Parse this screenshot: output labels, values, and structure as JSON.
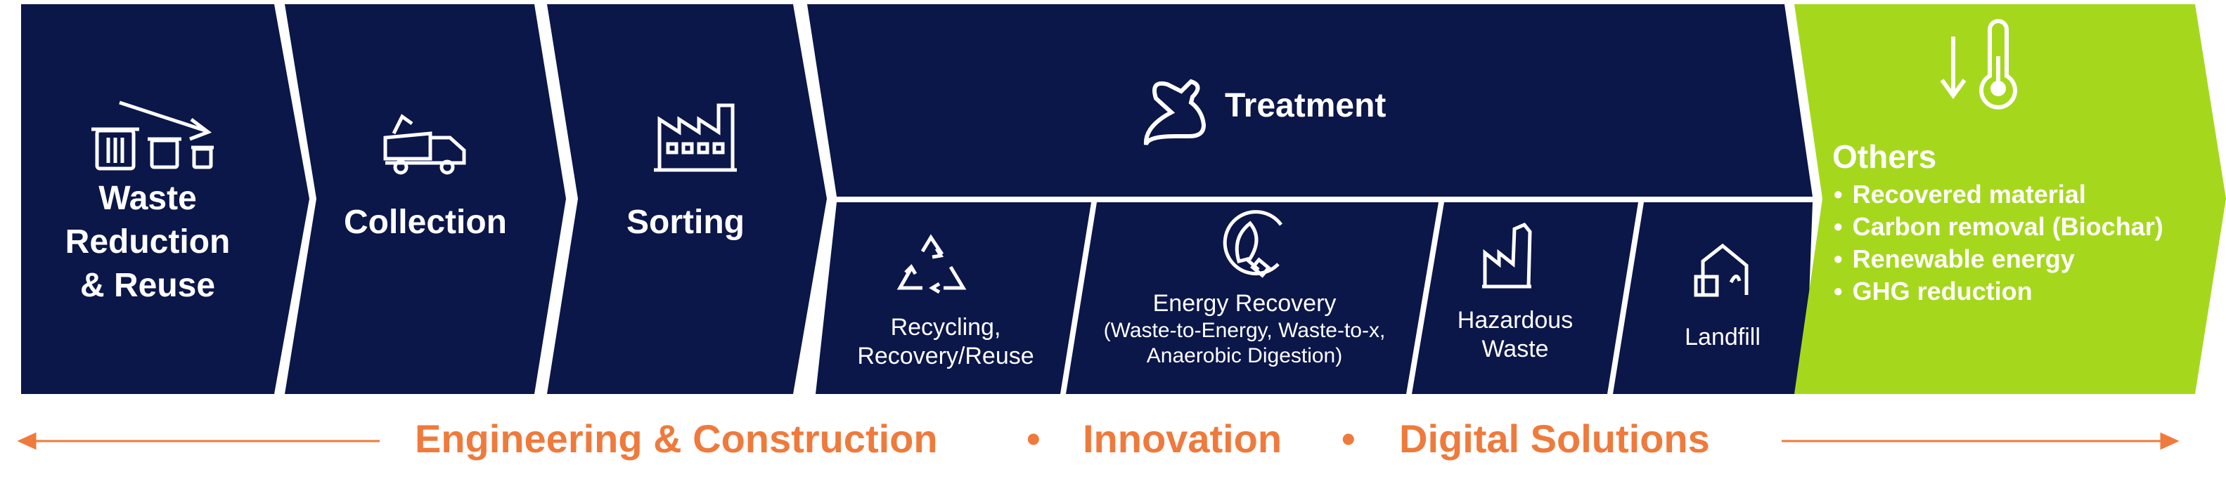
{
  "colors": {
    "navy": "#0b1649",
    "green": "#a5d81c",
    "orange": "#ef7a3b",
    "white": "#ffffff"
  },
  "stages": {
    "waste_reduction": {
      "label": "Waste Reduction & Reuse",
      "lines": [
        "Waste",
        "Reduction",
        "& Reuse"
      ],
      "icon": "trash-bins-icon"
    },
    "collection": {
      "label": "Collection",
      "icon": "garbage-truck-icon"
    },
    "sorting": {
      "label": "Sorting",
      "icon": "factory-icon"
    },
    "treatment": {
      "label": "Treatment",
      "icon": "garbage-bag-icon",
      "sub": {
        "recycling": {
          "lines": [
            "Recycling,",
            "Recovery/Reuse"
          ],
          "icon": "recycle-icon"
        },
        "energy_recovery": {
          "lines": [
            "Energy Recovery",
            "(Waste-to-Energy, Waste-to-x,",
            "Anaerobic Digestion)"
          ],
          "icon": "leaf-plug-icon"
        },
        "hazardous": {
          "lines": [
            "Hazardous",
            "Waste"
          ],
          "icon": "hazardous-factory-icon"
        },
        "landfill": {
          "label": "Landfill",
          "icon": "landfill-icon"
        }
      }
    },
    "others": {
      "title": "Others",
      "icon": "thermometer-down-icon",
      "items": [
        "Recovered material",
        "Carbon removal (Biochar)",
        "Renewable energy",
        "GHG reduction"
      ]
    }
  },
  "footer": {
    "items": [
      "Engineering & Construction",
      "Innovation",
      "Digital Solutions"
    ],
    "separator": "•"
  }
}
